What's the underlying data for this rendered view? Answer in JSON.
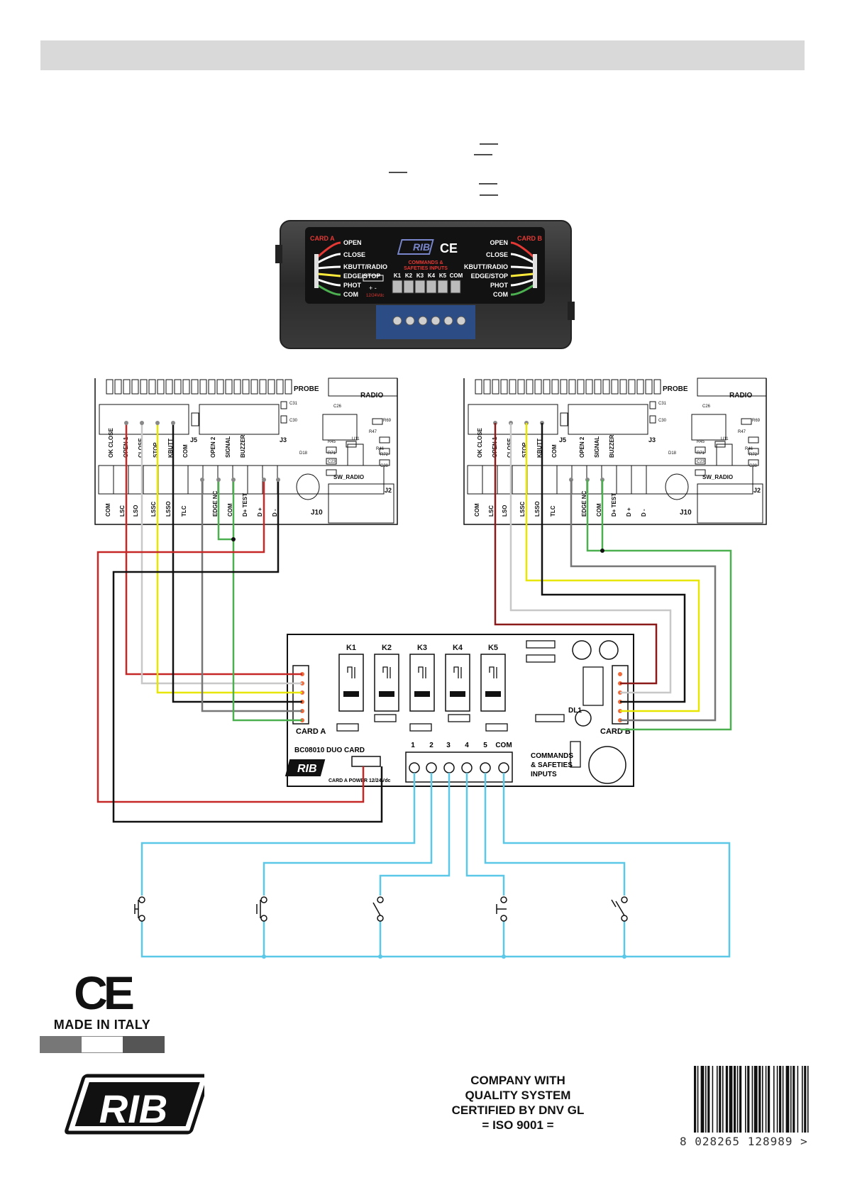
{
  "footer": {
    "made_in": "MADE IN ITALY",
    "ce_mark": "CE",
    "quality_lines": [
      "COMPANY WITH",
      "QUALITY SYSTEM",
      "CERTIFIED BY DNV GL",
      "= ISO 9001 ="
    ],
    "barcode_digits": "8 028265 128989 >",
    "flag_colors": [
      "#777777",
      "#ffffff",
      "#555555"
    ]
  },
  "device": {
    "brand": "RIB",
    "ce": "CE",
    "card_a_label": "CARD A",
    "card_b_label": "CARD B",
    "terminals": [
      "OPEN",
      "CLOSE",
      "KBUTT/RADIO",
      "EDGE/STOP",
      "PHOT",
      "COM"
    ],
    "commands_label": "COMMANDS &",
    "safeties_label": "SAFETIES INPUTS",
    "inputs": [
      "K1",
      "K2",
      "K3",
      "K4",
      "K5",
      "COM"
    ],
    "power_label": "12/24Vdc"
  },
  "control_board": {
    "probe": "PROBE",
    "radio": "RADIO",
    "sw_radio": "SW_RADIO",
    "j10": "J10",
    "j5": "J5",
    "j3": "J3",
    "j2": "J2",
    "top_left_terminals": [
      "OK CLOSE",
      "OPEN 1",
      "CLOSE",
      "STOP",
      "KBUTT",
      "COM"
    ],
    "top_right_terminals": [
      "OPEN 2",
      "SIGNAL",
      "BUZZER"
    ],
    "bottom_terminals": [
      "COM",
      "LSC",
      "LSO",
      "LSSC",
      "LSSO",
      "TLC",
      "EDGE NC",
      "COM",
      "D+ TEST",
      "D +",
      "D -"
    ],
    "components": [
      "C26",
      "U11",
      "C31",
      "C30",
      "D18",
      "R45",
      "R47",
      "R46",
      "R69",
      "C23",
      "R71",
      "R72",
      "C38"
    ]
  },
  "duo_card": {
    "relays": [
      "K1",
      "K2",
      "K3",
      "K4",
      "K5"
    ],
    "card_a": "CARD A",
    "card_b": "CARD B",
    "dl1": "DL1",
    "name": "BC08010 DUO CARD",
    "power": "CARD A POWER 12/24Vdc",
    "terminal_numbers": [
      "1",
      "2",
      "3",
      "4",
      "5",
      "COM"
    ],
    "commands_lines": [
      "COMMANDS",
      "& SAFETIES",
      "INPUTS"
    ],
    "brand": "RIB"
  },
  "colors": {
    "red": "#c62828",
    "brown_red": "#8b1a1a",
    "white_wire": "#c8c8c8",
    "yellow": "#e6e600",
    "black": "#111111",
    "grey": "#777777",
    "green": "#4caf50",
    "blue": "#5bc8e8"
  }
}
